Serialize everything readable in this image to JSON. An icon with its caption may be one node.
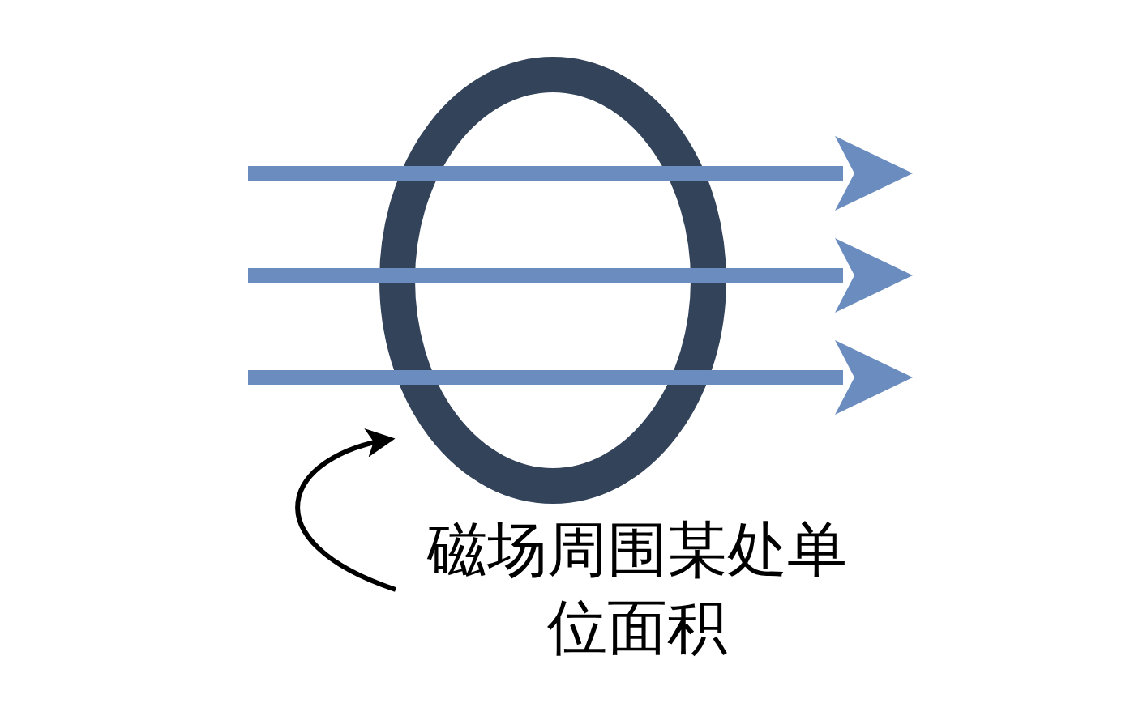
{
  "diagram": {
    "nodes": [
      {
        "text": [],
        "shape": "circle"
      },
      {
        "text": [
          "磁场周围某处单位面积"
        ]
      }
    ],
    "edges": [
      {
        "from": 1,
        "to": 0,
        "arrow": "to"
      }
    ]
  }
}
